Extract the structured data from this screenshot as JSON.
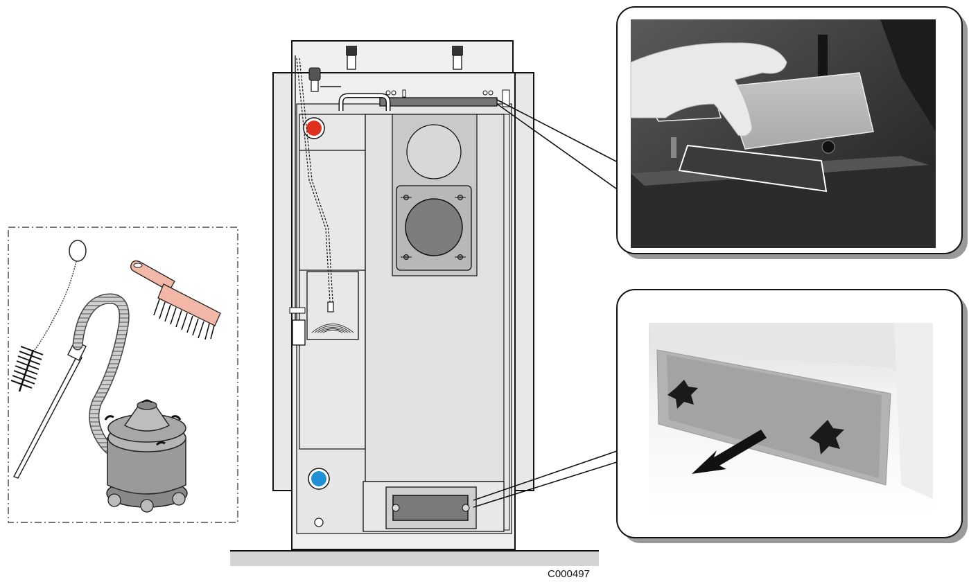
{
  "figure": {
    "reference_code": "C000497",
    "panels": {
      "tools": "cleaning-tools",
      "boiler": "boiler-front-view",
      "detail_top": "photo-top-cleaning-cover",
      "detail_bottom": "photo-bottom-ash-door"
    },
    "colors": {
      "flow_connection": "#e0301e",
      "return_connection": "#1f8fd6",
      "brush_handle": "#f2b7a6",
      "vacuum_body": "#9a9a9a",
      "panel_fill": "#e3e3e3",
      "shadow": "#9a9a9a"
    },
    "icons": [
      "bottle-brush-icon",
      "hand-brush-icon",
      "vacuum-cleaner-icon",
      "removal-arrow-icon"
    ]
  }
}
